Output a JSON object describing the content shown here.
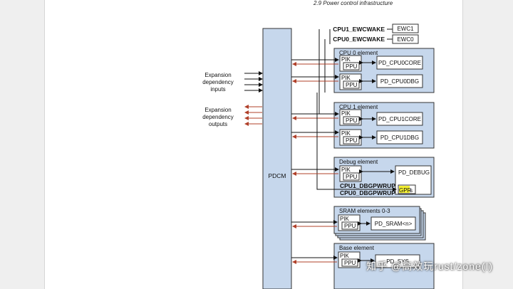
{
  "header": {
    "section": "2.9 Power control infrastructure"
  },
  "diagram": {
    "pdcm": "PDCM",
    "expansion_inputs": [
      "Expansion",
      "dependency",
      "inputs"
    ],
    "expansion_outputs": [
      "Expansion",
      "dependency",
      "outputs"
    ],
    "ewc_rows": [
      {
        "signal": "CPU1_EWCWAKE",
        "block": "EWC1"
      },
      {
        "signal": "CPU0_EWCWAKE",
        "block": "EWC0"
      }
    ],
    "cpu0": {
      "title": "CPU 0 element",
      "domain_a": "PD_CPU0CORE",
      "domain_b": "PD_CPU0DBG"
    },
    "cpu1": {
      "title": "CPU 1 element",
      "domain_a": "PD_CPU1CORE",
      "domain_b": "PD_CPU1DBG"
    },
    "debug": {
      "title": "Debug element",
      "domain": "PD_DEBUG",
      "sig1": "CPU1_DBGPWRUP",
      "sig0": "CPU0_DBGPWRUP",
      "gpr_hl": "GPR",
      "gpr_rest": "s"
    },
    "sram": {
      "title": "SRAM elements 0-3",
      "domain": "PD_SRAM<n>"
    },
    "base": {
      "title": "Base element",
      "domain": "PD_SYS"
    },
    "pik": "PIK",
    "ppu": "PPU"
  },
  "watermark": "知乎 @高效玩rust/zone(I)"
}
